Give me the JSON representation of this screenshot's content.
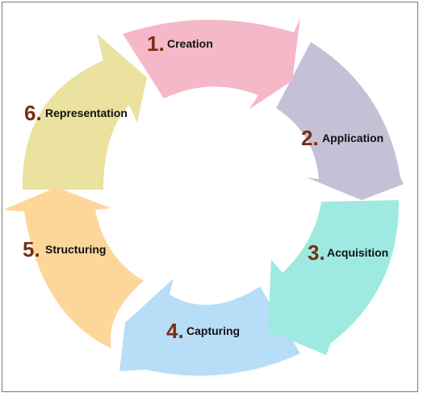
{
  "cycle": {
    "steps": [
      {
        "number": "1.",
        "label": "Creation",
        "color": "#f5b8c8"
      },
      {
        "number": "2.",
        "label": "Application",
        "color": "#c4c0d6"
      },
      {
        "number": "3.",
        "label": "Acquisition",
        "color": "#9eeae0"
      },
      {
        "number": "4.",
        "label": "Capturing",
        "color": "#b8ddf6"
      },
      {
        "number": "5.",
        "label": "Structuring",
        "color": "#fdd69a"
      },
      {
        "number": "6.",
        "label": "Representation",
        "color": "#eae29e"
      }
    ]
  }
}
